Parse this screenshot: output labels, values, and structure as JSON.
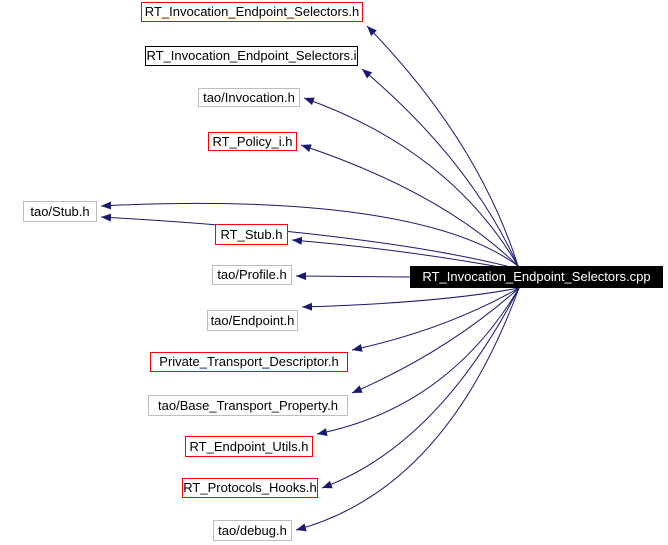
{
  "diagram": {
    "type": "include-dependency-graph",
    "main_node": {
      "label": "RT_Invocation_Endpoint_Selectors.cpp"
    },
    "nodes": [
      {
        "label": "RT_Invocation_Endpoint_Selectors.h",
        "border_color": "#ff0000"
      },
      {
        "label": "RT_Invocation_Endpoint_Selectors.i",
        "border_color": "#000000"
      },
      {
        "label": "tao/Invocation.h",
        "border_color": "#bebebe"
      },
      {
        "label": "RT_Policy_i.h",
        "border_color": "#ff0000"
      },
      {
        "label": "tao/Stub.h",
        "border_color": "#bebebe"
      },
      {
        "label": "RT_Stub.h",
        "border_color": "#ff0000"
      },
      {
        "label": "tao/Profile.h",
        "border_color": "#bebebe"
      },
      {
        "label": "tao/Endpoint.h",
        "border_color": "#bebebe"
      },
      {
        "label": "Private_Transport_Descriptor.h",
        "border_color": "#ff0000"
      },
      {
        "label": "tao/Base_Transport_Property.h",
        "border_color": "#bebebe"
      },
      {
        "label": "RT_Endpoint_Utils.h",
        "border_color": "#ff0000"
      },
      {
        "label": "RT_Protocols_Hooks.h",
        "border_color": "#ff0000"
      },
      {
        "label": "tao/debug.h",
        "border_color": "#bebebe"
      }
    ],
    "edges": [
      {
        "from": "RT_Invocation_Endpoint_Selectors.cpp",
        "to": "RT_Invocation_Endpoint_Selectors.h"
      },
      {
        "from": "RT_Invocation_Endpoint_Selectors.cpp",
        "to": "RT_Invocation_Endpoint_Selectors.i"
      },
      {
        "from": "RT_Invocation_Endpoint_Selectors.cpp",
        "to": "tao/Invocation.h"
      },
      {
        "from": "RT_Invocation_Endpoint_Selectors.cpp",
        "to": "RT_Policy_i.h"
      },
      {
        "from": "RT_Invocation_Endpoint_Selectors.cpp",
        "to": "tao/Stub.h"
      },
      {
        "from": "RT_Invocation_Endpoint_Selectors.cpp",
        "to": "tao/Stub.h"
      },
      {
        "from": "RT_Invocation_Endpoint_Selectors.cpp",
        "to": "RT_Stub.h"
      },
      {
        "from": "RT_Invocation_Endpoint_Selectors.cpp",
        "to": "tao/Profile.h"
      },
      {
        "from": "RT_Invocation_Endpoint_Selectors.cpp",
        "to": "tao/Endpoint.h"
      },
      {
        "from": "RT_Invocation_Endpoint_Selectors.cpp",
        "to": "Private_Transport_Descriptor.h"
      },
      {
        "from": "RT_Invocation_Endpoint_Selectors.cpp",
        "to": "tao/Base_Transport_Property.h"
      },
      {
        "from": "RT_Invocation_Endpoint_Selectors.cpp",
        "to": "RT_Endpoint_Utils.h"
      },
      {
        "from": "RT_Invocation_Endpoint_Selectors.cpp",
        "to": "RT_Protocols_Hooks.h"
      },
      {
        "from": "RT_Invocation_Endpoint_Selectors.cpp",
        "to": "tao/debug.h"
      }
    ],
    "colors": {
      "edge": "#191970",
      "red_border": "#ff0000",
      "black_border": "#000000",
      "gray_border": "#bebebe",
      "main_bg": "#000000",
      "main_text": "#ffffff",
      "node_bg": "#ffffff",
      "page_bg": "#ffffff"
    }
  }
}
